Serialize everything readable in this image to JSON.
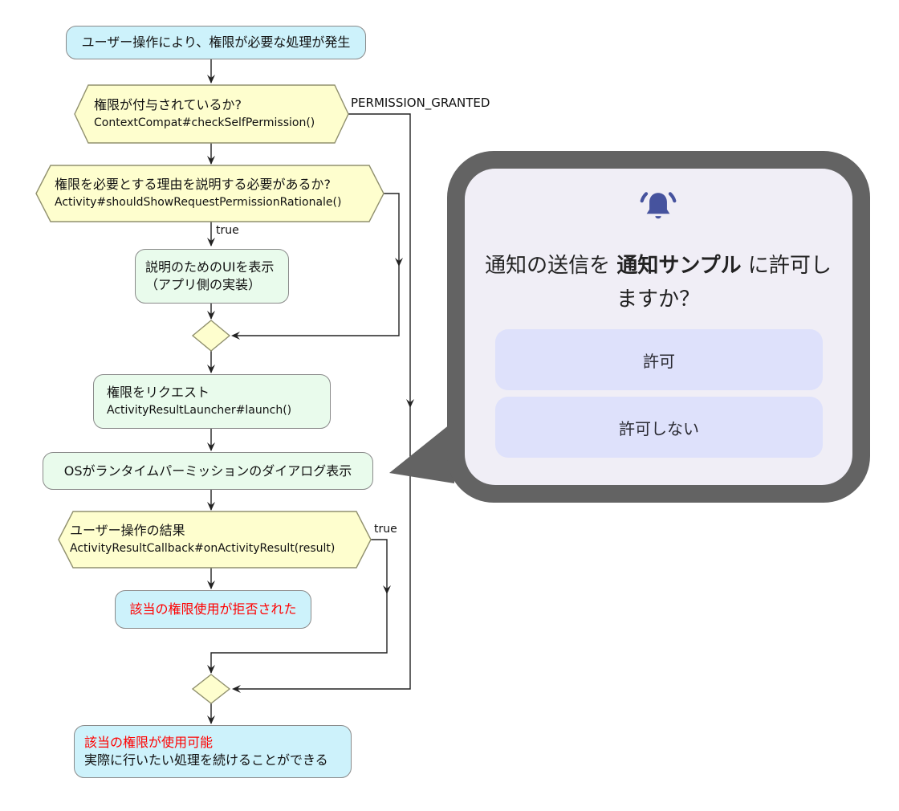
{
  "flowchart": {
    "start": "ユーザー操作により、権限が必要な処理が発生",
    "check_permission": {
      "question": "権限が付与されているか?",
      "code": "ContextCompat#checkSelfPermission()",
      "branch_label": "PERMISSION_GRANTED"
    },
    "check_rationale": {
      "question": "権限を必要とする理由を説明する必要があるか?",
      "code": "Activity#shouldShowRequestPermissionRationale()",
      "branch_label": "true"
    },
    "show_rationale_ui": {
      "line1": "説明のためのUIを表示",
      "line2": "（アプリ側の実装）"
    },
    "request_permission": {
      "line1": "権限をリクエスト",
      "line2": "ActivityResultLauncher#launch()"
    },
    "os_dialog": "OSがランタイムパーミッションのダイアログ表示",
    "user_result": {
      "question": "ユーザー操作の結果",
      "code": "ActivityResultCallback#onActivityResult(result)",
      "branch_label": "true"
    },
    "denied": "該当の権限使用が拒否された",
    "granted": {
      "line1": "該当の権限が使用可能",
      "line2": "実際に行いたい処理を続けることができる"
    }
  },
  "permission_dialog": {
    "icon": "bell-ringing-icon",
    "title_prefix": "通知の送信を ",
    "app_name": "通知サンプル",
    "title_suffix": " に許可しますか？",
    "buttons": {
      "allow": "許可",
      "deny": "許可しない"
    }
  },
  "colors": {
    "cyan_fill": "#cdf2fb",
    "green_fill": "#e9fbec",
    "yellow_fill": "#fefece",
    "node_border": "#8a8a8a",
    "hex_border": "#90906e",
    "line": "#222222",
    "alert_red": "#ff0000",
    "bubble_border": "#636363",
    "dialog_bg": "#f0eef6",
    "button_bg": "#dee1fb",
    "bell": "#46539e",
    "dialog_text": "#222222"
  }
}
